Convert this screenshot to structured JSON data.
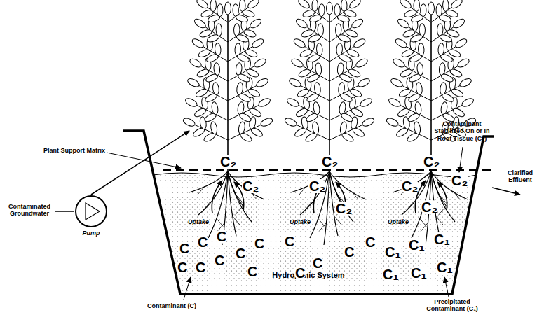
{
  "diagram": {
    "nodes": [
      {
        "text": [
          "Pump"
        ]
      },
      {
        "text": [
          "Hydroponic System"
        ]
      }
    ],
    "edges": [
      {
        "from": 0,
        "to": 1,
        "arrow": "to"
      }
    ],
    "labels": [
      "Plant Support Matrix",
      "Contaminant Stabilized On or In Root Tissue (C₂)",
      "Contaminated Groundwater",
      "Clarified Effluent",
      "Uptake",
      "Uptake",
      "Uptake",
      "C₂",
      "C₂",
      "C₂",
      "C₂",
      "C₂",
      "C₂",
      "C₂",
      "C₂",
      "C₂",
      "C",
      "C",
      "C",
      "C",
      "C",
      "C",
      "C",
      "C",
      "C",
      "C",
      "C",
      "C",
      "C",
      "C",
      "C₁",
      "C₁",
      "C₁",
      "C₁",
      "C₁",
      "C₁",
      "Contaminant (C)",
      "Precipitated Contaminant (C₁)"
    ]
  }
}
